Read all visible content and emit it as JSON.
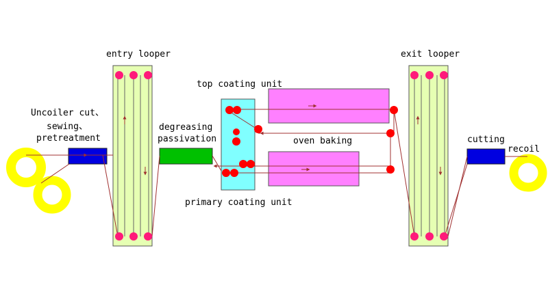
{
  "labels": {
    "entry_looper": "entry looper",
    "exit_looper": "exit looper",
    "top_coating": "top coating unit",
    "oven_baking": "oven baking",
    "primary_coating": "primary coating unit",
    "degreasing_1": "degreasing",
    "degreasing_2": "passivation",
    "uncoiler_1": "Uncoiler cut、",
    "uncoiler_2": "sewing、",
    "uncoiler_3": "pretreatment",
    "cutting": "cutting",
    "recoil": "recoil"
  },
  "colors": {
    "looper": "#e6ffb3",
    "coating": "#80ffff",
    "oven": "#ff80ff",
    "degreasing": "#00c000",
    "blue_unit": "#0000e0",
    "coil": "#ffff00",
    "roller_pink": "#ff1a7a",
    "roller_red": "#ff0000",
    "strip": "#a03030"
  }
}
